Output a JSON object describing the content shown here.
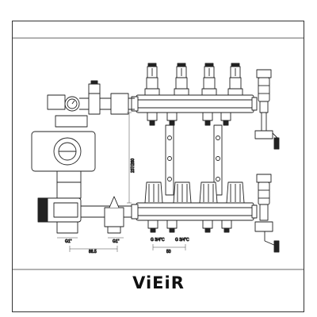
{
  "brand": "ViEiR",
  "labels": {
    "pipe_left": "G1\"",
    "pipe_right": "G1\"",
    "spacing": "88.5",
    "outlet_a": "G 3/4\"C",
    "outlet_b": "G 3/4\"C",
    "outlet_pitch": "50",
    "height": "237/260"
  }
}
